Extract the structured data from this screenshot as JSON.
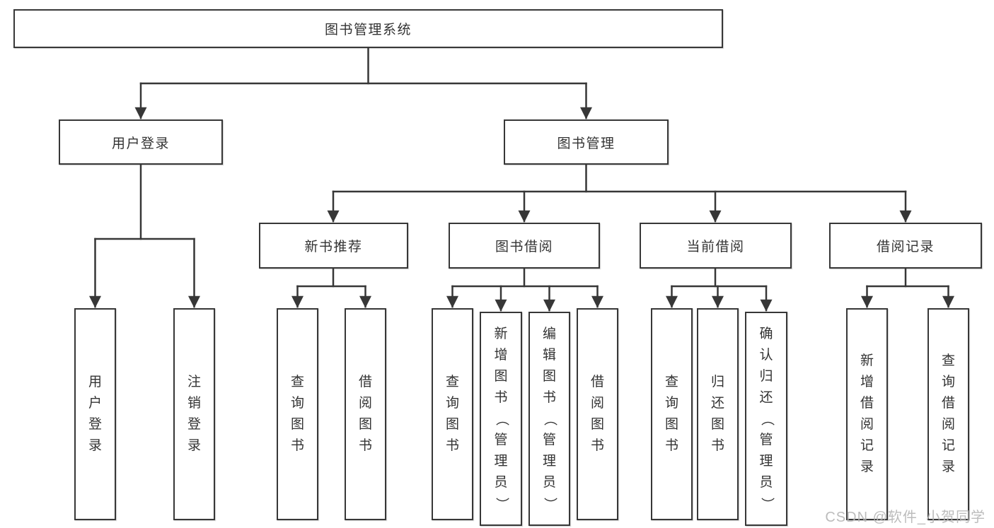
{
  "diagram": {
    "root": {
      "label": "图书管理系统"
    },
    "level2": [
      {
        "label": "用户登录"
      },
      {
        "label": "图书管理"
      }
    ],
    "level3": [
      {
        "label": "新书推荐",
        "parent": "图书管理"
      },
      {
        "label": "图书借阅",
        "parent": "图书管理"
      },
      {
        "label": "当前借阅",
        "parent": "图书管理"
      },
      {
        "label": "借阅记录",
        "parent": "图书管理"
      }
    ],
    "leaves": [
      {
        "label": "用户登录",
        "parent": "用户登录"
      },
      {
        "label": "注销登录",
        "parent": "用户登录"
      },
      {
        "label": "查询图书",
        "parent": "新书推荐"
      },
      {
        "label": "借阅图书",
        "parent": "新书推荐"
      },
      {
        "label": "查询图书",
        "parent": "图书借阅"
      },
      {
        "label": "新增图书（管理员）",
        "parent": "图书借阅"
      },
      {
        "label": "编辑图书（管理员）",
        "parent": "图书借阅"
      },
      {
        "label": "借阅图书",
        "parent": "图书借阅"
      },
      {
        "label": "查询图书",
        "parent": "当前借阅"
      },
      {
        "label": "归还图书",
        "parent": "当前借阅"
      },
      {
        "label": "确认归还（管理员）",
        "parent": "当前借阅"
      },
      {
        "label": "新增借阅记录",
        "parent": "借阅记录"
      },
      {
        "label": "查询借阅记录",
        "parent": "借阅记录"
      }
    ],
    "watermark": "CSDN @软件_小贺同学",
    "colors": {
      "line": "#373737",
      "box_border": "#373737",
      "box_fill": "#ffffff",
      "text": "#333333",
      "watermark": "#b5b5b5"
    }
  }
}
